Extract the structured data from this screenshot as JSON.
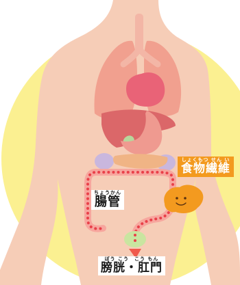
{
  "labels": {
    "intestine": {
      "ruby": "ちょうかん",
      "text": "腸管"
    },
    "fiber": {
      "ruby": "しょくもつ せん い",
      "text": "食物繊維"
    },
    "bottom": {
      "ruby": "ぼう こう　こう もん",
      "text": "膀胱・肛門"
    }
  },
  "colors": {
    "sun": "#fbf091",
    "skin": "#f6cdb7",
    "lungs": "#f1a08f",
    "trachea": "#f3b6a6",
    "heart": "#e96377",
    "liver": "#db6769",
    "stomach": "#ef9a90",
    "pancreas": "#f0b485",
    "kidney": "#c9b7de",
    "gallbladder": "#b7d69c",
    "intestine_fill": "#f7a69e",
    "intestine_dots": "#e94049",
    "fiber_character": "#f39a1f",
    "bladder": "#c9e5a0",
    "anus": "#f05a4c",
    "label_bg": "#ffffff",
    "fiber_label_bg": "#f39a1f"
  },
  "icons": [
    "food-fiber-character-icon"
  ]
}
